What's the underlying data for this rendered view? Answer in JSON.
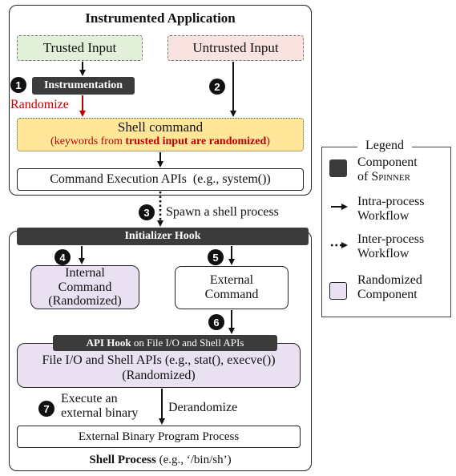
{
  "app_panel": {
    "title": "Instrumented Application"
  },
  "trusted_input": "Trusted Input",
  "untrusted_input": "Untrusted Input",
  "instrumentation": "Instrumentation",
  "randomize_label": "Randomize",
  "shell_command": {
    "title": "Shell command",
    "note_prefix": "(keywords from ",
    "note_bold": "trusted input are randomized",
    "note_suffix": ")"
  },
  "exec_apis": "Command Execution APIs  (e.g., system())",
  "spawn_label": "Spawn a shell process",
  "initializer_hook": "Initializer Hook",
  "internal_command": {
    "line1": "Internal",
    "line2": "Command",
    "line3": "(Randomized)"
  },
  "external_command": {
    "line1": "External",
    "line2": "Command"
  },
  "api_hook": {
    "bold": "API Hook",
    "rest": " on File I/O and Shell APIs"
  },
  "file_io_apis": {
    "line1": "File I/O and Shell APIs (e.g., stat(), execve())",
    "line2": "(Randomized)"
  },
  "execute_label": {
    "line1": "Execute an",
    "line2": "external binary"
  },
  "derandomize_label": "Derandomize",
  "external_binary": "External Binary Program Process",
  "shell_process": {
    "bold": "Shell Process",
    "rest": " (e.g., ‘/bin/sh’)"
  },
  "badges": [
    "1",
    "2",
    "3",
    "4",
    "5",
    "6",
    "7"
  ],
  "legend": {
    "title": "Legend",
    "component_line1": "Component",
    "component_line2_prefix": "of ",
    "component_line2_name": "Spinner",
    "intra_line1": "Intra-process",
    "intra_line2": "Workflow",
    "inter_line1": "Inter-process",
    "inter_line2": "Workflow",
    "randomized_line1": "Randomized",
    "randomized_line2": "Component"
  },
  "colors": {
    "trusted_bg": "#e3f0d9",
    "untrusted_bg": "#f9e3e1",
    "shell_command_bg": "#ffe699",
    "randomized_bg": "#e9e1f1",
    "dark_component": "#3b3b3b",
    "red_accent": "#c00000"
  }
}
